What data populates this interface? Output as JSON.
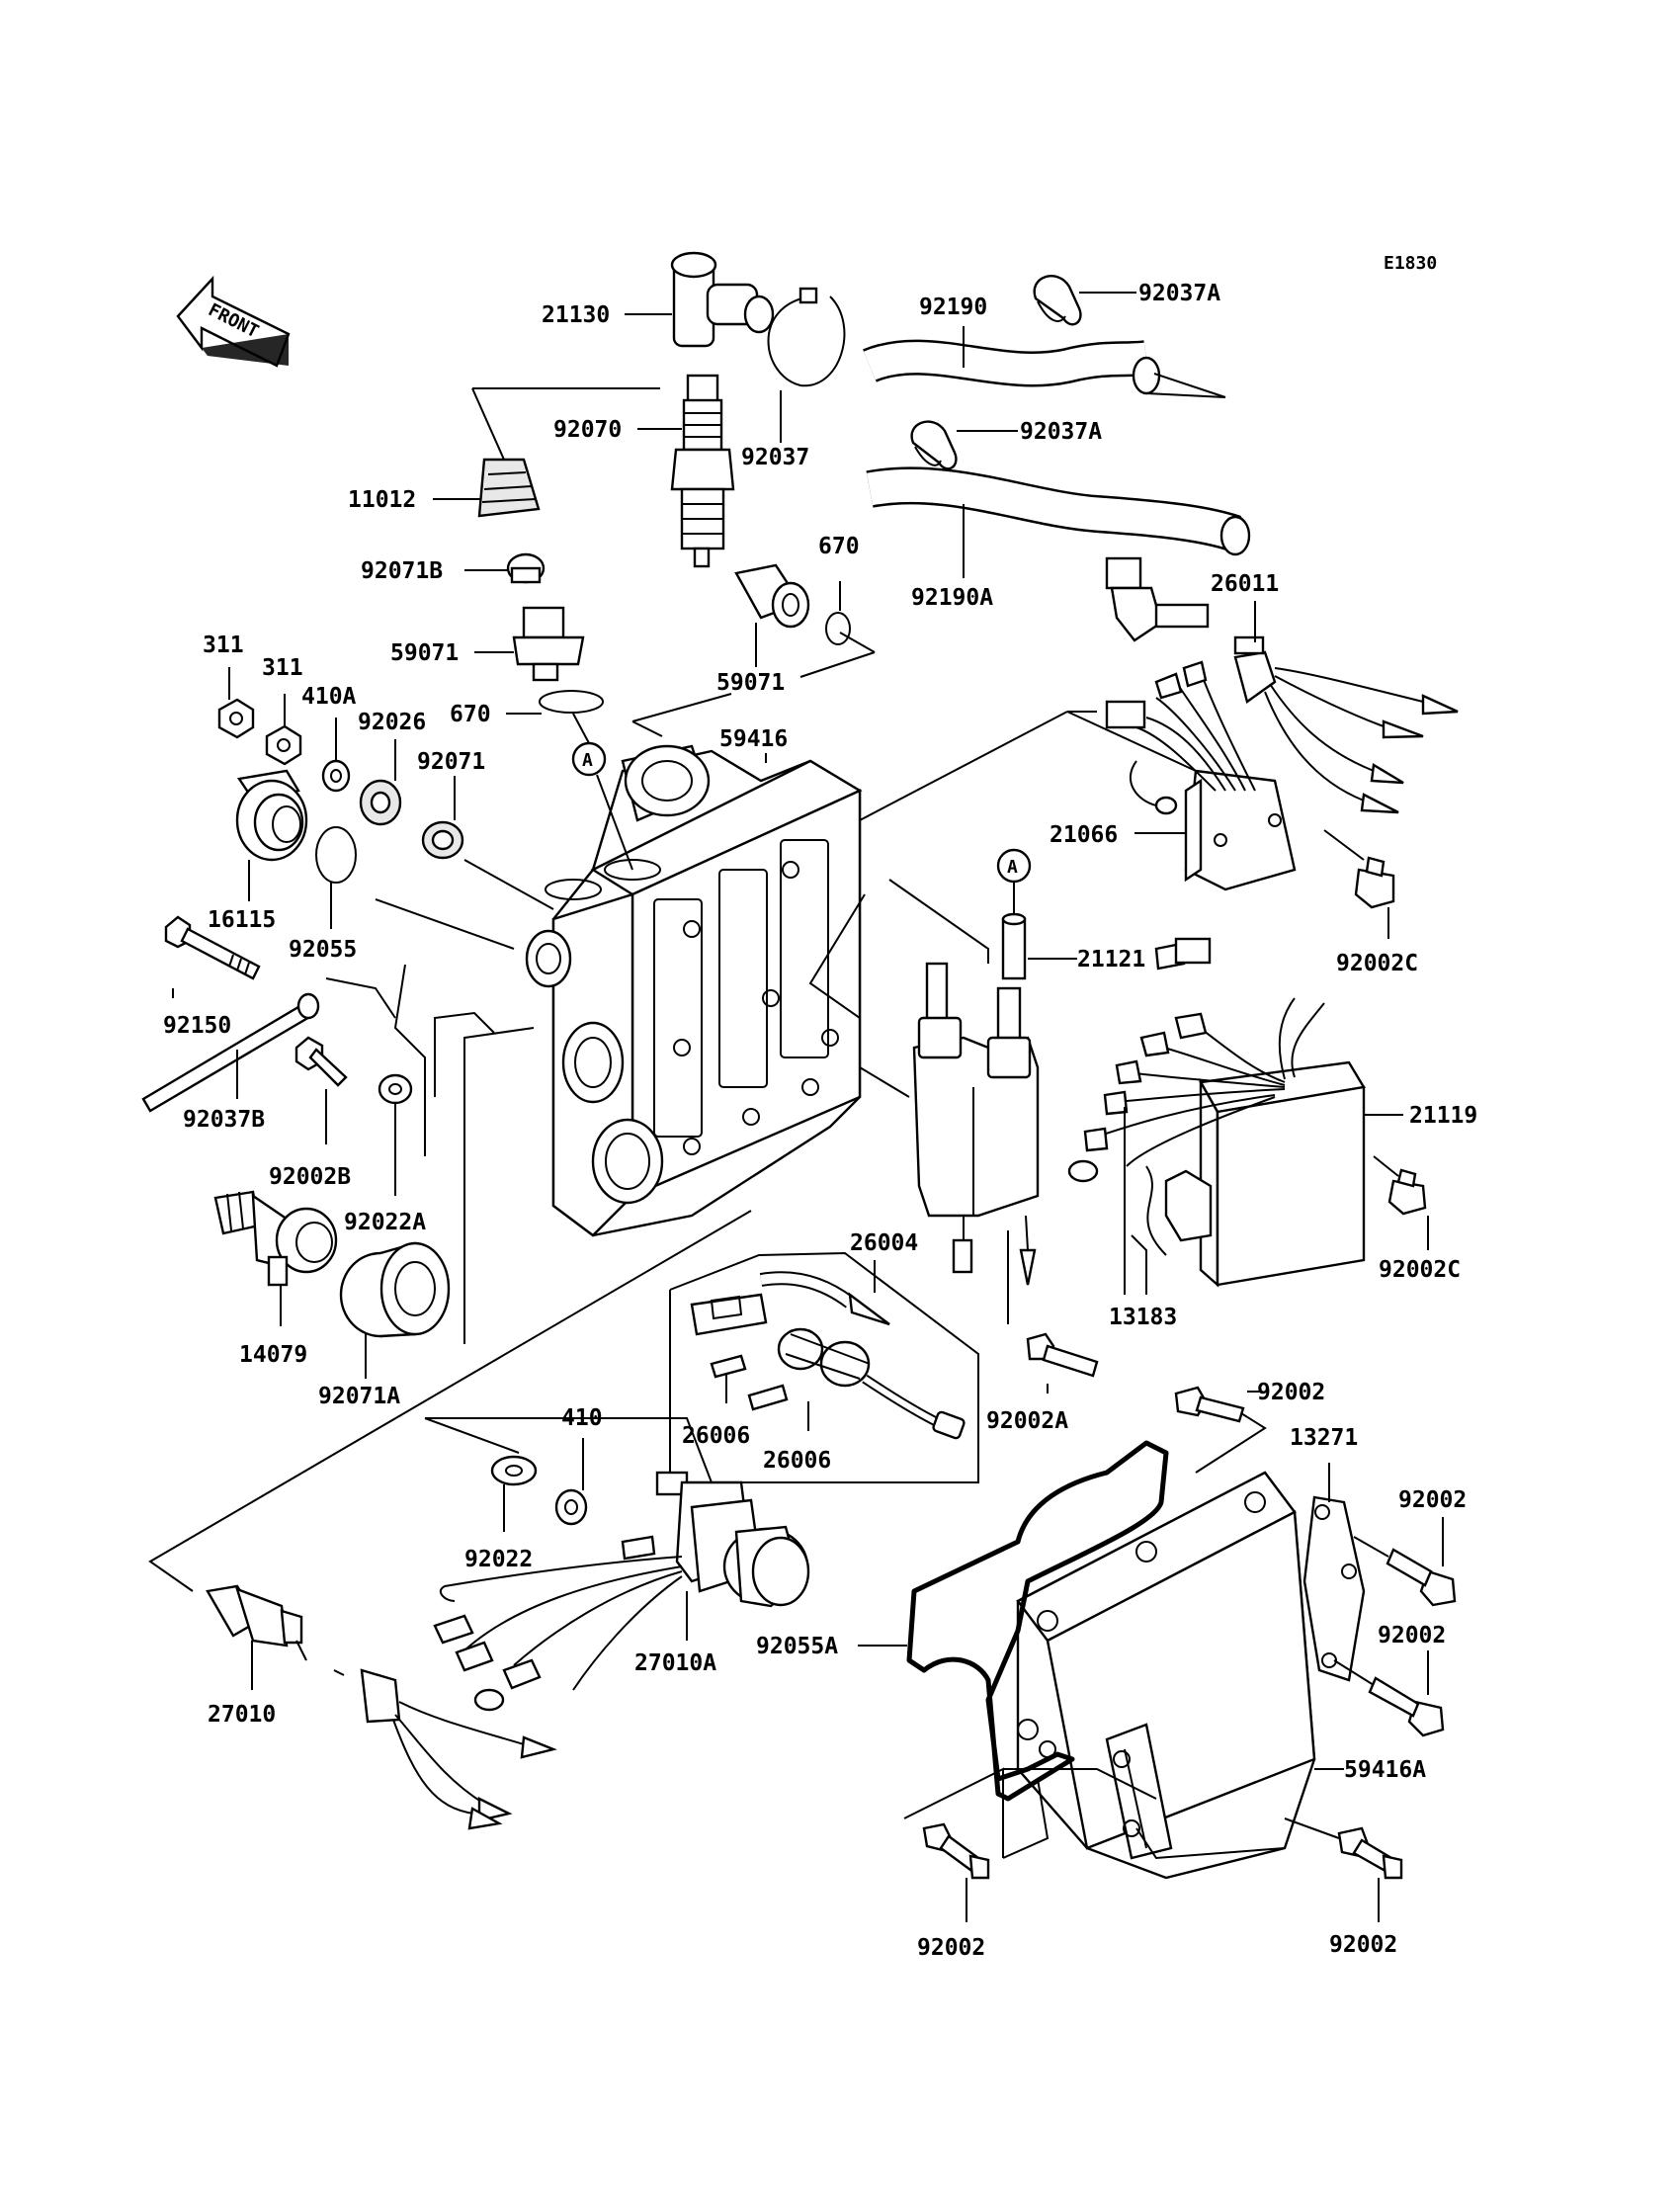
{
  "diagram_code": "E1830",
  "front_label": "FRONT",
  "callout_a": "A",
  "parts": {
    "p21130": "21130",
    "p92190": "92190",
    "p92037A_top": "92037A",
    "p92070": "92070",
    "p92037": "92037",
    "p92037A_mid": "92037A",
    "p11012": "11012",
    "p670_top": "670",
    "p92190A": "92190A",
    "p92071B": "92071B",
    "p26011": "26011",
    "p59071_left": "59071",
    "p59071_right": "59071",
    "p311_a": "311",
    "p311_b": "311",
    "p410A": "410A",
    "p92026": "92026",
    "p670_mid": "670",
    "p59416": "59416",
    "p92071": "92071",
    "p21066": "21066",
    "p16115": "16115",
    "p92055": "92055",
    "p92002C_top": "92002C",
    "p21121": "21121",
    "p92150": "92150",
    "p21119": "21119",
    "p92037B": "92037B",
    "p92002B": "92002B",
    "p92022A": "92022A",
    "p92002C_bot": "92002C",
    "p26004": "26004",
    "p13183": "13183",
    "p14079": "14079",
    "p92071A": "92071A",
    "p92002_a": "92002",
    "p92002A": "92002A",
    "p26006_a": "26006",
    "p26006_b": "26006",
    "p410": "410",
    "p13271": "13271",
    "p92002_b": "92002",
    "p92022": "92022",
    "p92002_c": "92002",
    "p92055A": "92055A",
    "p27010A": "27010A",
    "p27010": "27010",
    "p59416A": "59416A",
    "p92002_d": "92002",
    "p92002_e": "92002"
  }
}
